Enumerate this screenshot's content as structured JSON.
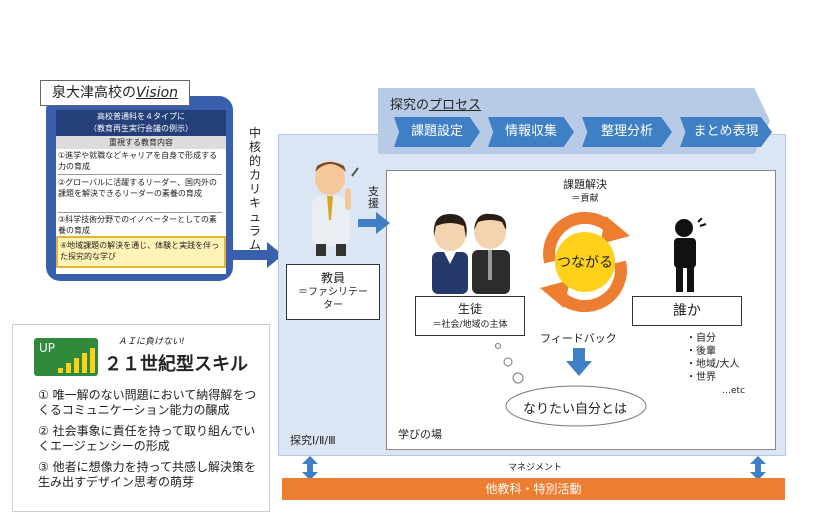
{
  "vision": {
    "title_prefix": "泉大津高校の",
    "title_word": "Vision",
    "header_line1": "高校普通科を４タイプに",
    "header_line2": "（教育再生実行会議の例示）",
    "subheader": "重視する教育内容",
    "items": [
      "①進学や就職などキャリアを自身で形成する力の育成",
      "②グローバルに活躍するリーダー、国内外の課題を解決できるリーダーの素養の育成",
      "③科学技術分野でのイノベーターとしての素養の育成",
      "④地域課題の解決を通じ、体験と実践を伴った探究的な学び"
    ]
  },
  "curriculum_label": "中核的カリキュラム",
  "process": {
    "title_prefix": "探究の",
    "title_word": "プロセス",
    "steps": [
      "課題設定",
      "情報収集",
      "整理分析",
      "まとめ表現"
    ]
  },
  "support_label": "支援",
  "teacher": {
    "name": "教員",
    "role": "＝ファシリテーター"
  },
  "student": {
    "name": "生徒",
    "role": "＝社会/地域の主体"
  },
  "someone": {
    "name": "誰か",
    "list": [
      "・自分",
      "・後輩",
      "・地域/大人",
      "・世界"
    ],
    "etc": "…etc"
  },
  "solve": {
    "title": "課題解決",
    "sub": "＝貢献"
  },
  "connect_label": "つながる",
  "feedback_label": "フィードバック",
  "goal_label": "なりたい自分とは",
  "area_labels": {
    "inquiry": "探究Ⅰ/Ⅱ/Ⅲ",
    "learning_place": "学びの場"
  },
  "management_label": "マネジメント",
  "other_subjects": "他教科・特別活動",
  "skills": {
    "tagline": "ＡＩに負けない!",
    "title": "２１世紀型スキル",
    "icon_text": "UP",
    "items": [
      "① 唯一解のない問題において納得解をつくるコミュニケーション能力の醸成",
      "② 社会事象に責任を持って取り組んでいくエージェンシーの形成",
      "③ 他者に想像力を持って共感し解決策を生み出すデザイン思考の萌芽"
    ]
  },
  "colors": {
    "blue": "#3a5fad",
    "accent_blue": "#3e7fc6",
    "orange": "#ed7d31",
    "yellow": "#ffd11a",
    "light_bg": "#dbe6f4"
  }
}
